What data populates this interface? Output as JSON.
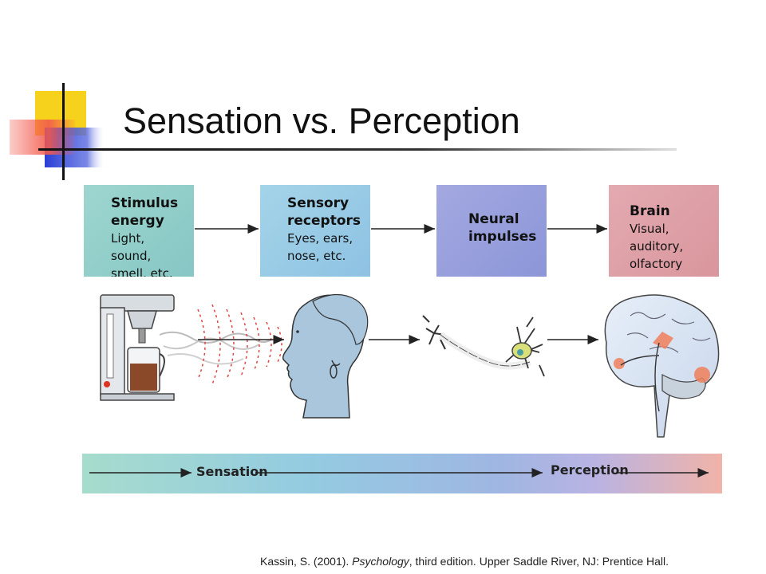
{
  "slide": {
    "title": "Sensation vs. Perception"
  },
  "flow": {
    "boxes": [
      {
        "heading_lines": [
          "Stimulus",
          "energy"
        ],
        "detail_lines": [
          "Light, sound,",
          "smell, etc."
        ]
      },
      {
        "heading_lines": [
          "Sensory",
          "receptors"
        ],
        "detail_lines": [
          "Eyes, ears,",
          "nose, etc."
        ]
      },
      {
        "heading_lines": [
          "Neural",
          "impulses"
        ],
        "detail_lines": []
      },
      {
        "heading_lines": [
          "Brain"
        ],
        "detail_lines": [
          "Visual, auditory,",
          "olfactory areas"
        ]
      }
    ]
  },
  "continuum": {
    "left_label": "Sensation",
    "right_label": "Perception"
  },
  "citation": {
    "prefix": "Kassin, S. (2001). ",
    "book": "Psychology",
    "suffix": ", third edition. Upper Saddle River, NJ: Prentice Hall."
  },
  "colors": {
    "stimulus_box": "#9ed6cf",
    "receptors_box": "#a4d4e8",
    "neural_box": "#a3a8e0",
    "brain_box": "#e3aab1",
    "deco_yellow": "#f7d21c",
    "deco_blue": "#2a3fd6",
    "deco_red": "#f25a4d"
  }
}
